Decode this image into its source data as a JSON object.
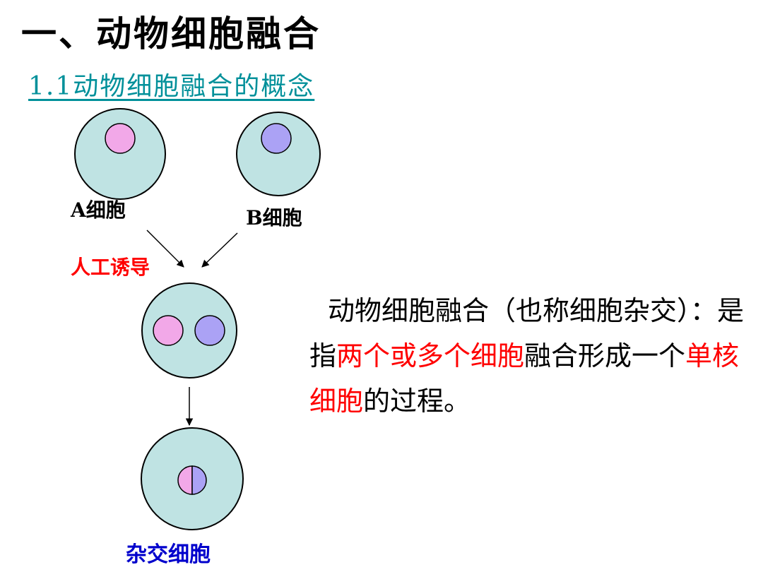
{
  "slide": {
    "title": "一、动物细胞融合",
    "subtitle": "1.1动物细胞融合的概念"
  },
  "diagram": {
    "cell_a_label": "A细胞",
    "cell_b_label": "B细胞",
    "induction_label": "人工诱导",
    "hybrid_label": "杂交细胞"
  },
  "definition": {
    "part1": "动物细胞融合（也称细胞杂交）：是指",
    "highlight1": "两个或多个细胞",
    "part2": "融合形成一个",
    "highlight2": "单核细胞",
    "part3": "的过程。"
  },
  "colors": {
    "cell_fill": "#bfe3e3",
    "nucleus_a": "#f2a8e8",
    "nucleus_b": "#aba2f5",
    "highlight": "#ff0000",
    "subtitle": "#00909a",
    "induction": "#ff0000",
    "hybrid_label": "#0000cc"
  }
}
